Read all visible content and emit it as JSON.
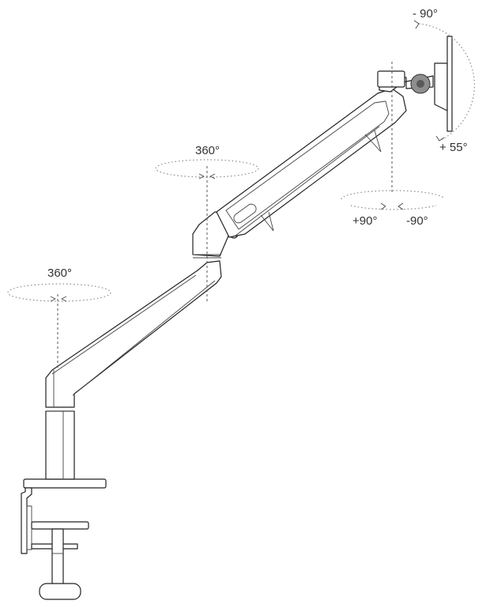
{
  "labels": {
    "base_rotation": "360°",
    "elbow_rotation": "360°",
    "tilt_up": "- 90°",
    "tilt_down": "+ 55°",
    "swivel_left": "+90°",
    "swivel_right": "-90°"
  },
  "colors": {
    "line": "#222222",
    "guide": "#8a8a8a",
    "background": "#ffffff"
  }
}
